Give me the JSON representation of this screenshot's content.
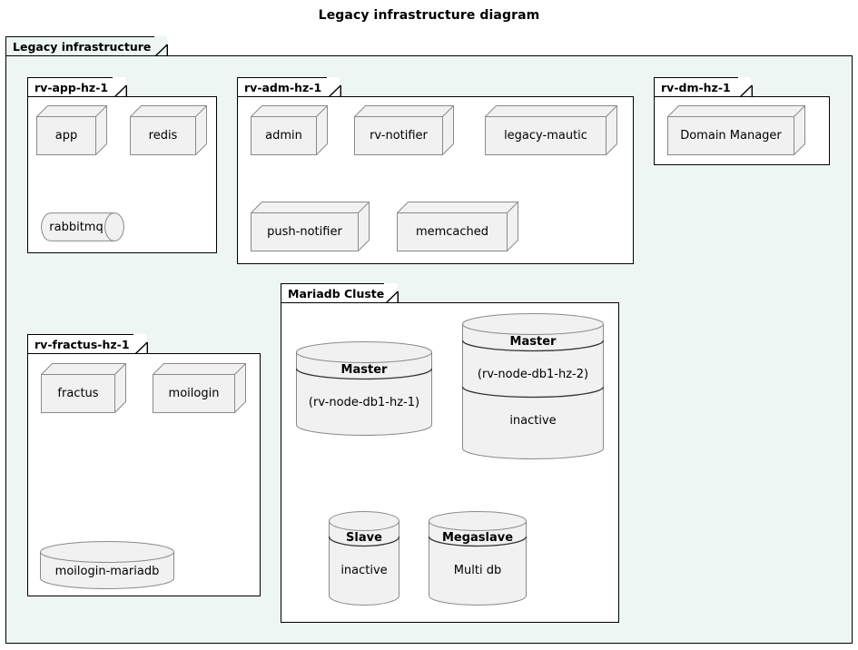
{
  "title": "Legacy infrastructure diagram",
  "root_package": {
    "label": "Legacy infrastructure"
  },
  "packages": [
    {
      "id": "rv-app-hz-1",
      "label": "rv-app-hz-1"
    },
    {
      "id": "rv-adm-hz-1",
      "label": "rv-adm-hz-1"
    },
    {
      "id": "rv-dm-hz-1",
      "label": "rv-dm-hz-1"
    },
    {
      "id": "rv-fractus-hz-1",
      "label": "rv-fractus-hz-1"
    },
    {
      "id": "mariadb-cluster",
      "label": "Mariadb Cluster"
    }
  ],
  "nodes": {
    "app": "app",
    "redis": "redis",
    "admin": "admin",
    "rv_notifier": "rv-notifier",
    "legacy_mautic": "legacy-mautic",
    "push_notifier": "push-notifier",
    "memcached": "memcached",
    "domain_manager": "Domain Manager",
    "fractus": "fractus",
    "moilogin": "moilogin"
  },
  "queues": {
    "rabbitmq": "rabbitmq"
  },
  "databases": {
    "master_hz1": {
      "title": "Master",
      "lines": [
        "(rv-node-db1-hz-1)"
      ]
    },
    "master_hz2": {
      "title": "Master",
      "lines": [
        "(rv-node-db1-hz-2)",
        "inactive"
      ]
    },
    "slave": {
      "title": "Slave",
      "lines": [
        "inactive"
      ]
    },
    "megaslave": {
      "title": "Megaslave",
      "lines": [
        "Multi db"
      ]
    },
    "moilogin_mariadb": {
      "title": "moilogin-mariadb",
      "lines": []
    }
  },
  "colors": {
    "root_background": "#eef6f4",
    "package_background": "#ffffff",
    "node_fill": "#f1f1f1",
    "node_stroke": "#8a8a8a",
    "package_stroke": "#000000",
    "text": "#000000"
  }
}
